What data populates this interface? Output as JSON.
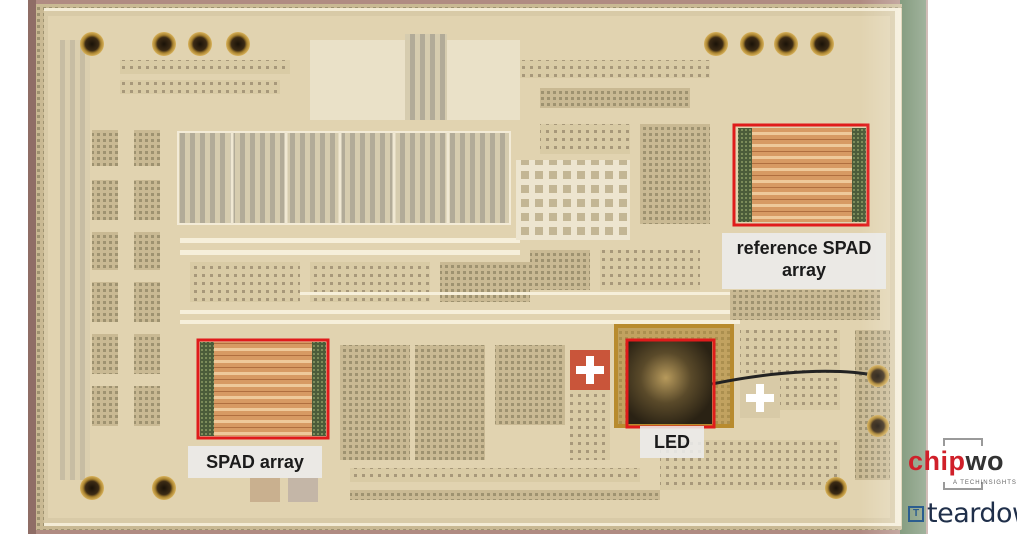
{
  "labels": {
    "reference_spad": "reference SPAD array",
    "spad": "SPAD array",
    "led": "LED"
  },
  "logos": {
    "chipworks_a": "chip",
    "chipworks_b": "wo",
    "chipworks_tag": "A TECHINSIGHTS",
    "teardown_mark": "T",
    "teardown": "teardow"
  },
  "colors": {
    "highlight_box": "#e01b1b",
    "die_base": "#e3d7b8",
    "copper_fill": "#c58a54",
    "metal_bg": "#cdbd93"
  }
}
